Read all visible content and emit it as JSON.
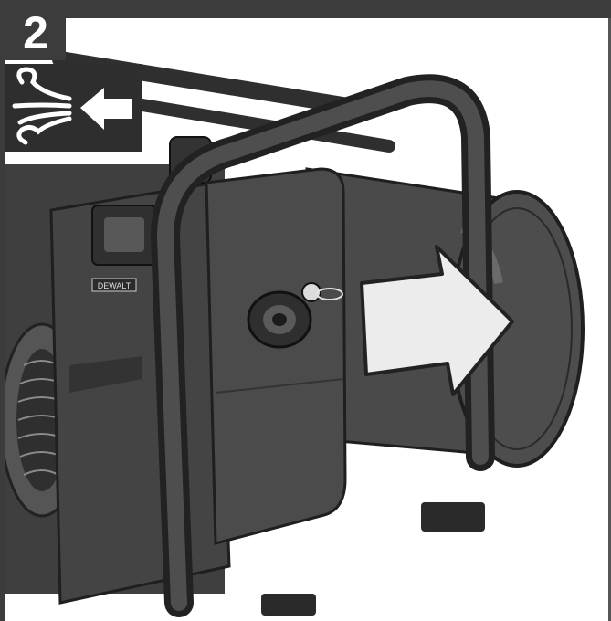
{
  "step": {
    "number": "2"
  },
  "icon": {
    "name": "air-intake-icon"
  },
  "illustration": {
    "name": "compressor-illustration"
  },
  "arrow": {
    "name": "pull-arrow"
  },
  "plate_text": "DEWALT",
  "colors": {
    "rule": "#3c3c3c",
    "body": "#4a4a4a",
    "dark": "#333333",
    "arrow": "#ececec"
  }
}
